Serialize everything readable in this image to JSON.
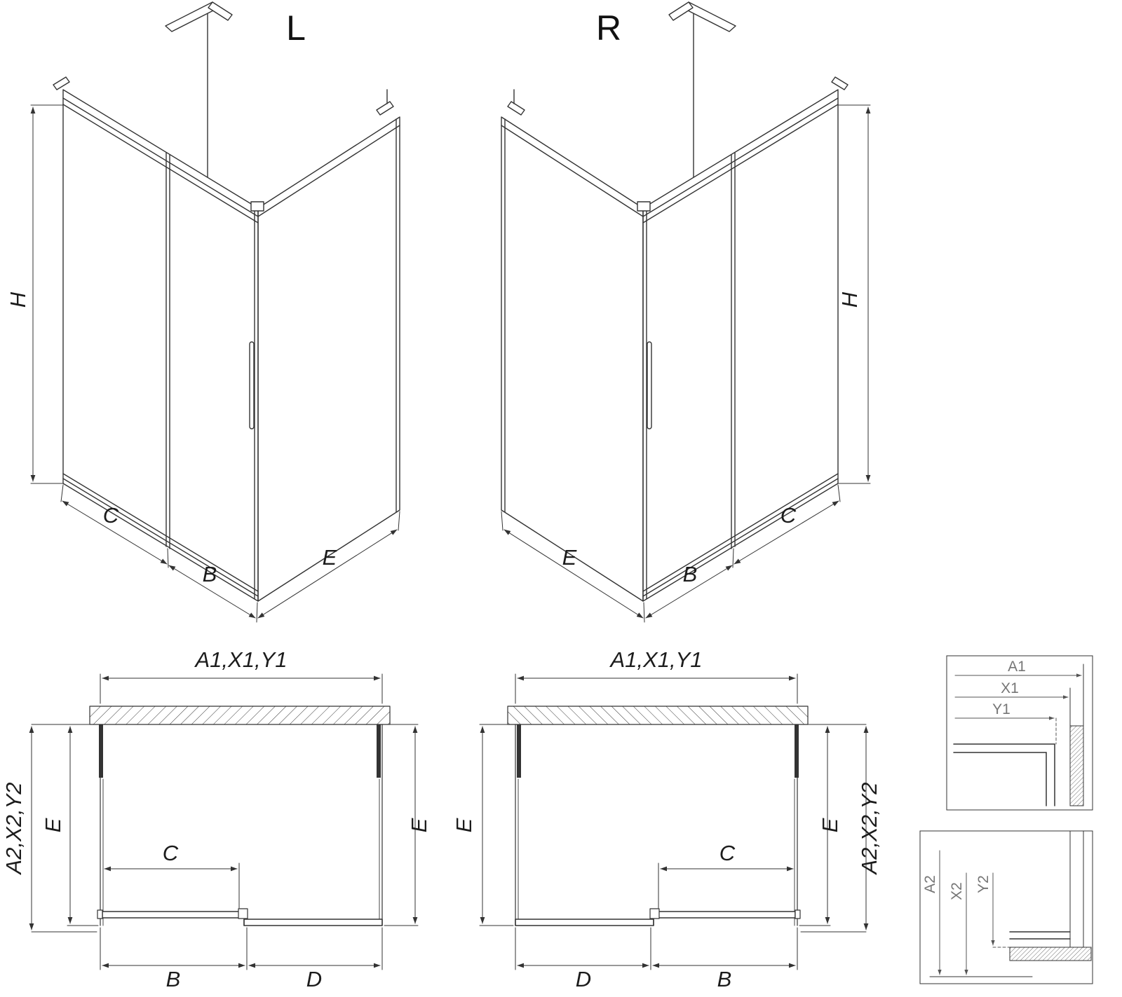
{
  "drawing": {
    "iso_left": {
      "variant": "L",
      "h": "H",
      "c": "C",
      "b": "B",
      "e": "E"
    },
    "iso_right": {
      "variant": "R",
      "h": "H",
      "c": "C",
      "b": "B",
      "e": "E"
    },
    "plan_left": {
      "top": "A1,X1,Y1",
      "side": "A2,X2,Y2",
      "e_left": "E",
      "e_right": "E",
      "c": "C",
      "b": "B",
      "d": "D"
    },
    "plan_right": {
      "top": "A1,X1,Y1",
      "side": "A2,X2,Y2",
      "e_left": "E",
      "e_right": "E",
      "c": "C",
      "b": "B",
      "d": "D"
    },
    "detail_top": {
      "a1": "A1",
      "x1": "X1",
      "y1": "Y1"
    },
    "detail_bottom": {
      "a2": "A2",
      "x2": "X2",
      "y2": "Y2"
    }
  },
  "colors": {
    "line": "#333333",
    "dimension_line": "#3a3a3a",
    "detail_text": "#767676",
    "background": "#ffffff"
  }
}
